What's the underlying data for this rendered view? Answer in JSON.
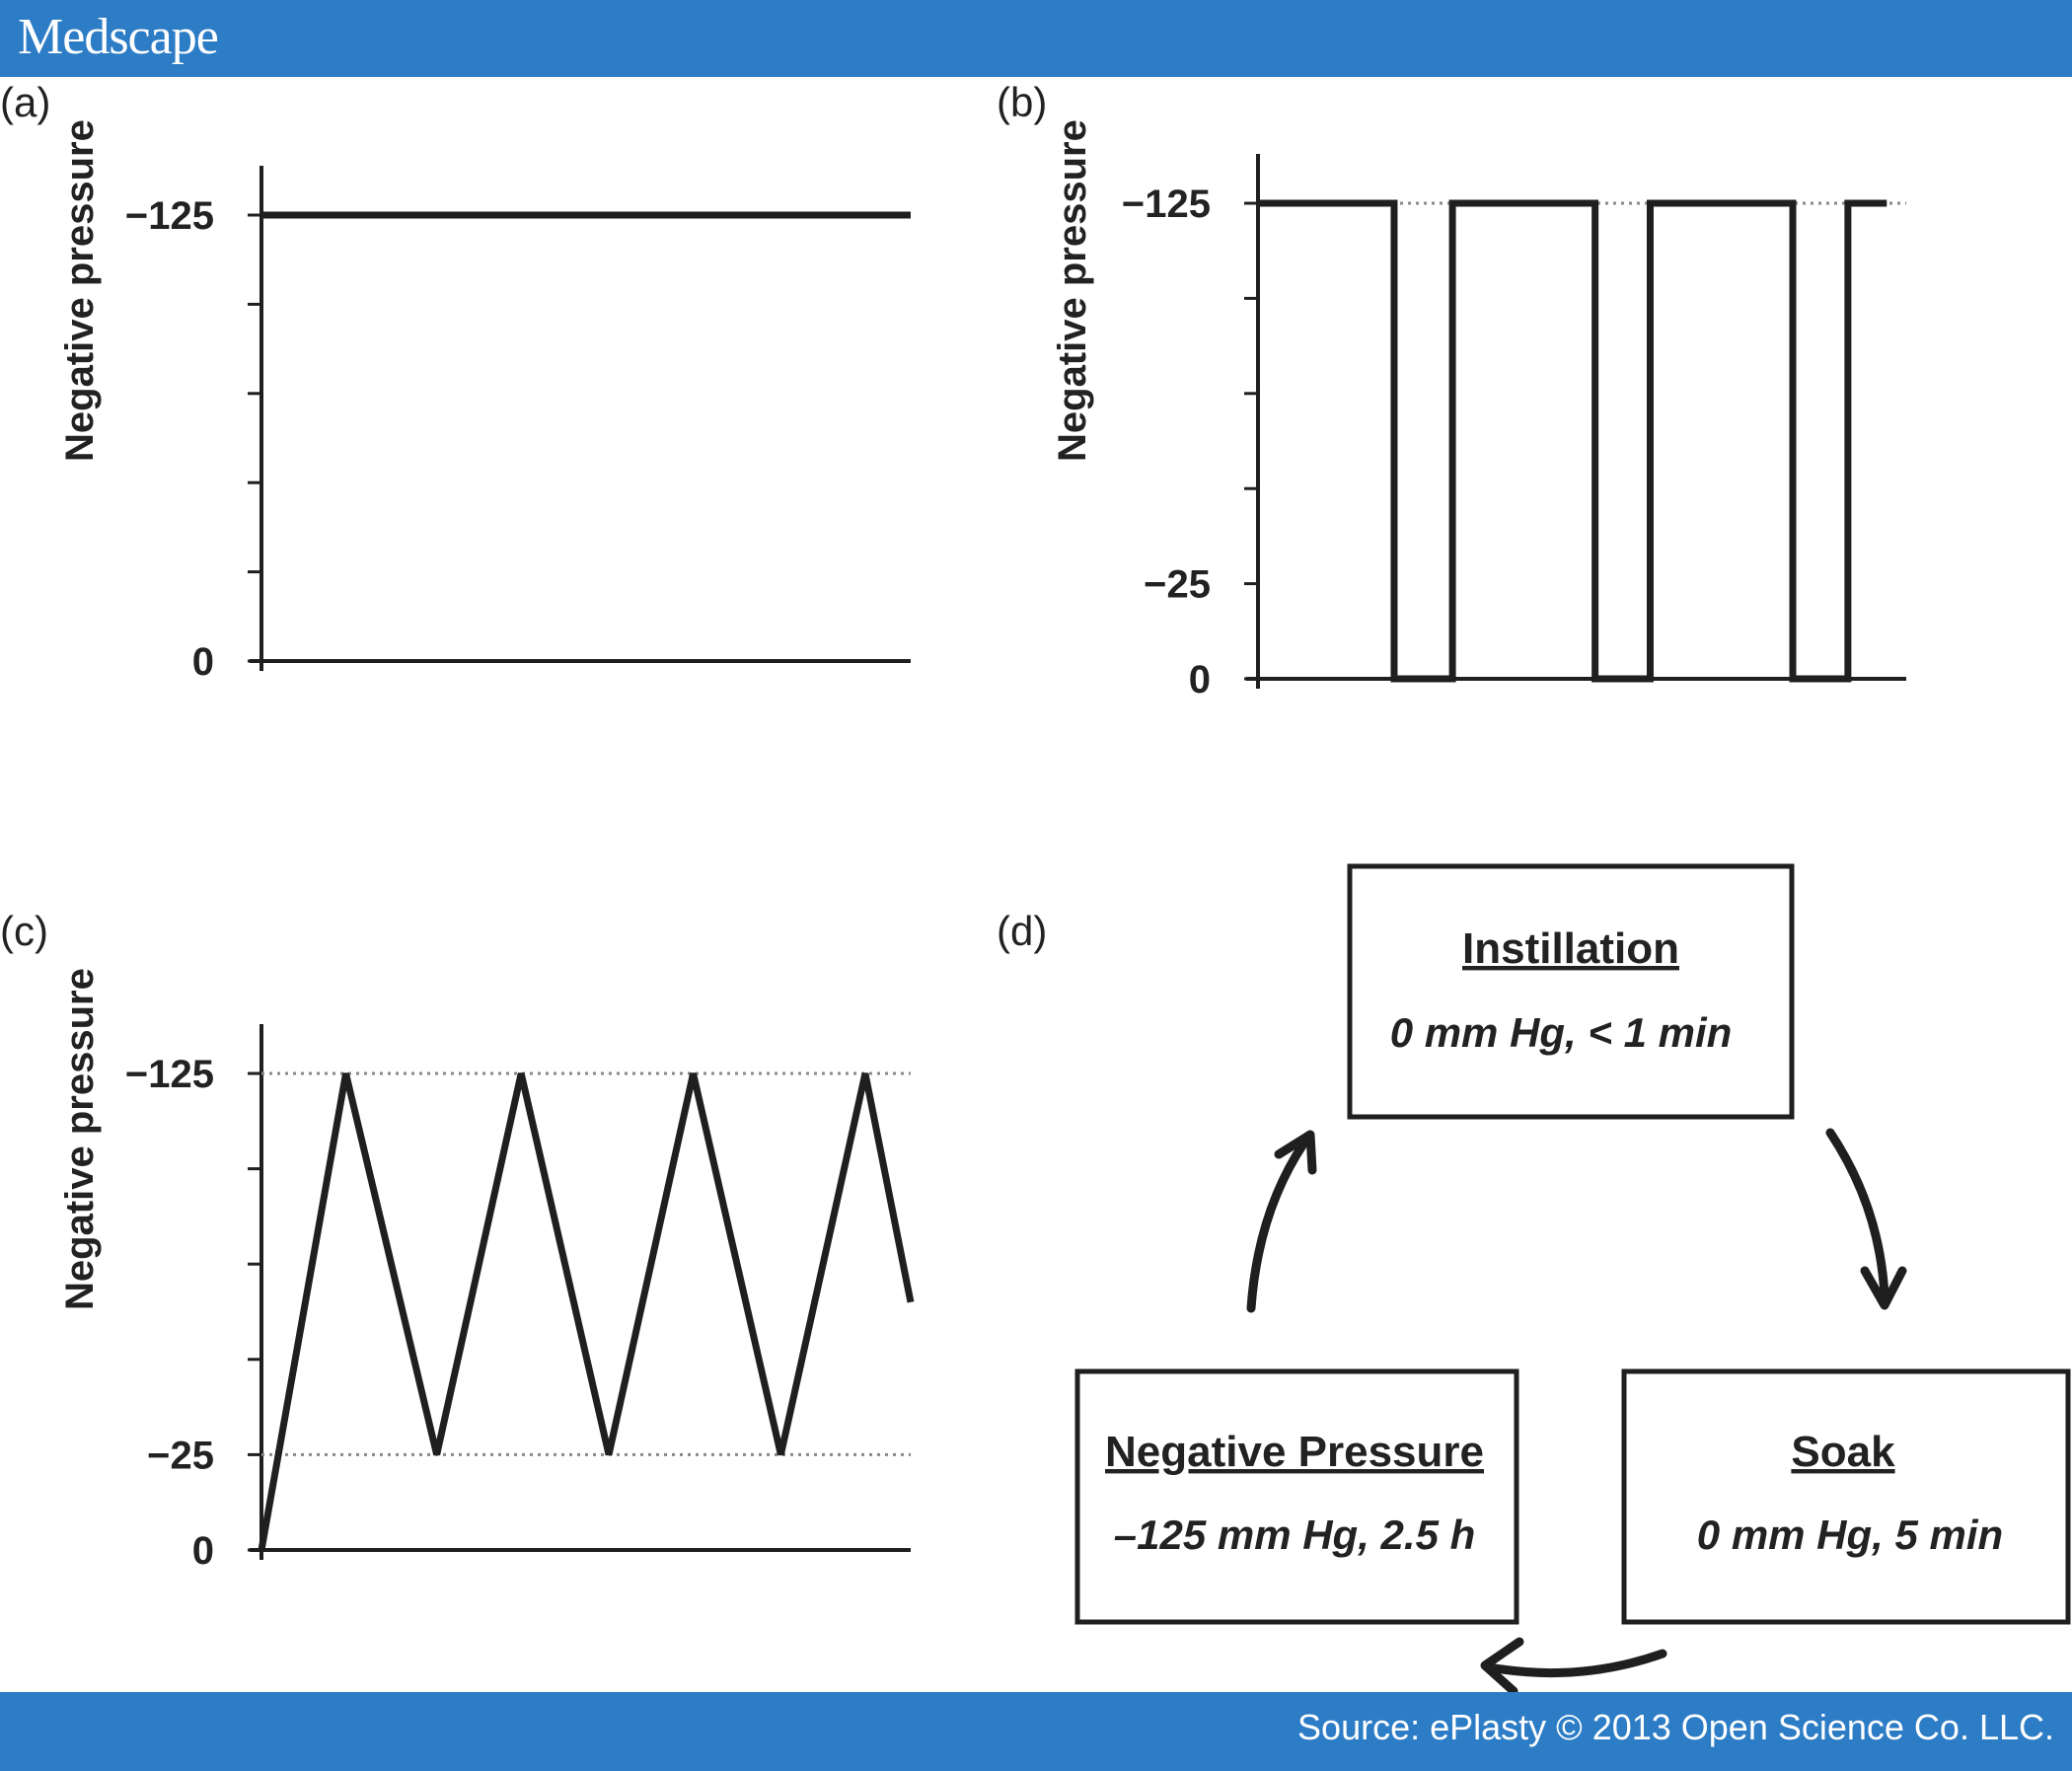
{
  "colors": {
    "banner": "#2d7cc6",
    "ink": "#1f1f1f",
    "grid": "#888888"
  },
  "header": {
    "brand": "Medscape"
  },
  "footer": {
    "source": "Source: ePlasty © 2013 Open Science Co. LLC."
  },
  "chart_data": [
    {
      "id": "a",
      "type": "line",
      "panel_label": "(a)",
      "ylabel": "Negative pressure",
      "ylim": [
        0,
        125
      ],
      "ytick_labels": [
        {
          "value": 125,
          "text": "−125"
        },
        {
          "value": 0,
          "text": "0"
        }
      ],
      "yticks_unlabeled": [
        25,
        50,
        75,
        100
      ],
      "dotted_lines": [],
      "x": [
        0,
        10
      ],
      "values": [
        125,
        125
      ]
    },
    {
      "id": "b",
      "type": "line",
      "panel_label": "(b)",
      "ylabel": "Negative pressure",
      "ylim": [
        0,
        125
      ],
      "ytick_labels": [
        {
          "value": 125,
          "text": "−125"
        },
        {
          "value": 25,
          "text": "−25"
        },
        {
          "value": 0,
          "text": "0"
        }
      ],
      "yticks_unlabeled": [
        50,
        75,
        100
      ],
      "dotted_lines": [
        125
      ],
      "x": [
        0,
        2.1,
        2.1,
        3.0,
        3.0,
        5.2,
        5.2,
        6.05,
        6.05,
        8.25,
        8.25,
        9.1,
        9.1,
        9.7
      ],
      "values": [
        125,
        125,
        0,
        0,
        125,
        125,
        0,
        0,
        125,
        125,
        0,
        0,
        125,
        125
      ]
    },
    {
      "id": "c",
      "type": "line",
      "panel_label": "(c)",
      "ylabel": "Negative pressure",
      "ylim": [
        0,
        125
      ],
      "ytick_labels": [
        {
          "value": 125,
          "text": "−125"
        },
        {
          "value": 25,
          "text": "−25"
        },
        {
          "value": 0,
          "text": "0"
        }
      ],
      "yticks_unlabeled": [
        50,
        75,
        100
      ],
      "dotted_lines": [
        125,
        25
      ],
      "x": [
        0,
        1.3,
        2.7,
        4.0,
        5.35,
        6.65,
        8.0,
        9.3,
        10
      ],
      "values": [
        0,
        125,
        25,
        125,
        25,
        125,
        25,
        125,
        65
      ]
    }
  ],
  "cycle_diagram": {
    "panel_label": "(d)",
    "boxes": [
      {
        "title": "Instillation",
        "subtitle": "0 mm Hg, < 1 min"
      },
      {
        "title": "Soak",
        "subtitle": "0 mm Hg, 5 min"
      },
      {
        "title": "Negative Pressure",
        "subtitle": "–125 mm Hg, 2.5 h"
      }
    ]
  }
}
